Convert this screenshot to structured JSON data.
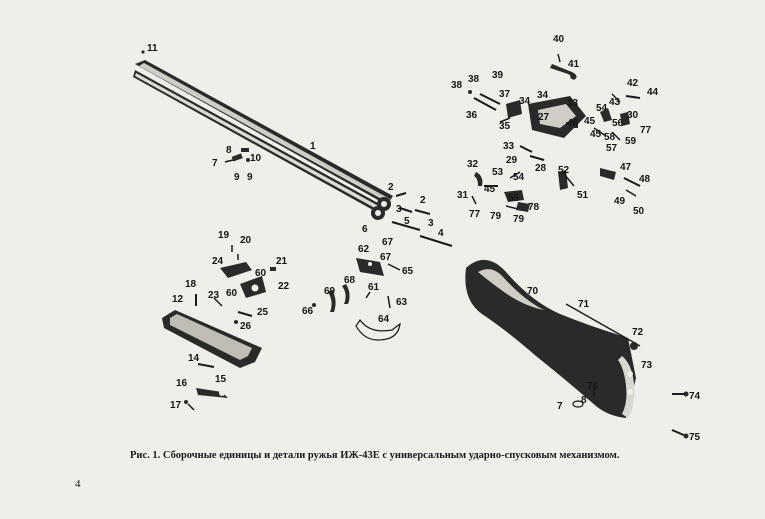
{
  "caption": "Рис. 1. Сборочные единицы и детали ружья ИЖ-43Е с универсальным ударно-спусковым механизмом.",
  "page_number": "4",
  "part_labels": [
    "11",
    "1",
    "8",
    "10",
    "7",
    "9",
    "9",
    "2",
    "2",
    "3",
    "3",
    "5",
    "6",
    "4",
    "19",
    "20",
    "24",
    "21",
    "60",
    "22",
    "18",
    "23",
    "60",
    "12",
    "25",
    "26",
    "14",
    "16",
    "15",
    "17",
    "62",
    "67",
    "67",
    "65",
    "68",
    "61",
    "69",
    "63",
    "66",
    "64",
    "40",
    "41",
    "38",
    "38",
    "39",
    "37",
    "34",
    "34",
    "33",
    "36",
    "35",
    "27",
    "46",
    "42",
    "44",
    "54",
    "43",
    "30",
    "45",
    "56",
    "45",
    "58",
    "77",
    "57",
    "59",
    "33",
    "29",
    "32",
    "53",
    "54",
    "28",
    "52",
    "47",
    "48",
    "31",
    "45",
    "55",
    "51",
    "49",
    "50",
    "77",
    "79",
    "78",
    "79",
    "70",
    "71",
    "72",
    "73",
    "76",
    "7",
    "8",
    "74",
    "75"
  ]
}
